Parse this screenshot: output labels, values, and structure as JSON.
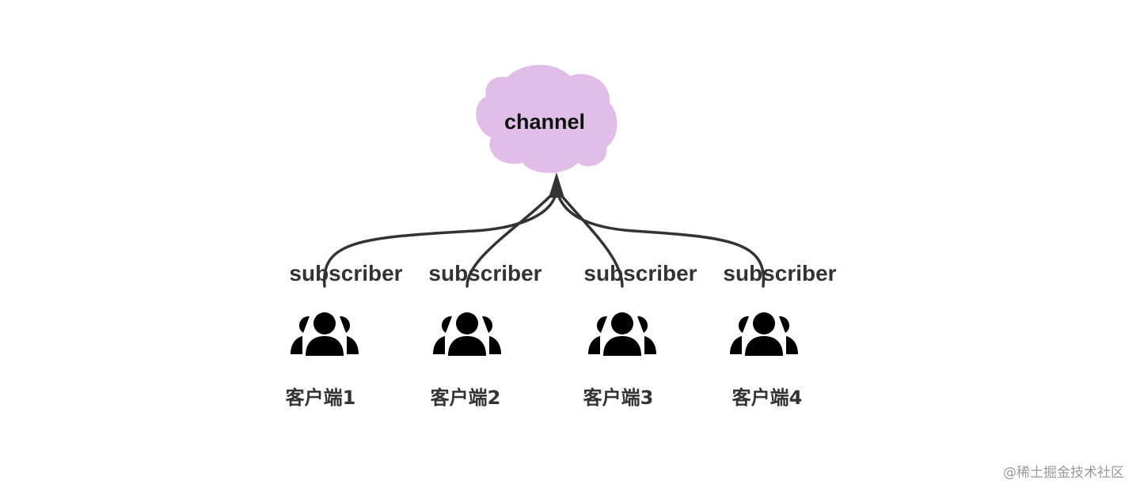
{
  "channel": {
    "label": "channel",
    "fill_color": "#e1bee7"
  },
  "subscribers": [
    {
      "label": "subscriber",
      "client": "客户端1"
    },
    {
      "label": "subscriber",
      "client": "客户端2"
    },
    {
      "label": "subscriber",
      "client": "客户端3"
    },
    {
      "label": "subscriber",
      "client": "客户端4"
    }
  ],
  "icon": {
    "name": "users-icon",
    "color": "#3f5be8"
  },
  "connector_color": "#333333",
  "watermark": "@稀土掘金技术社区"
}
